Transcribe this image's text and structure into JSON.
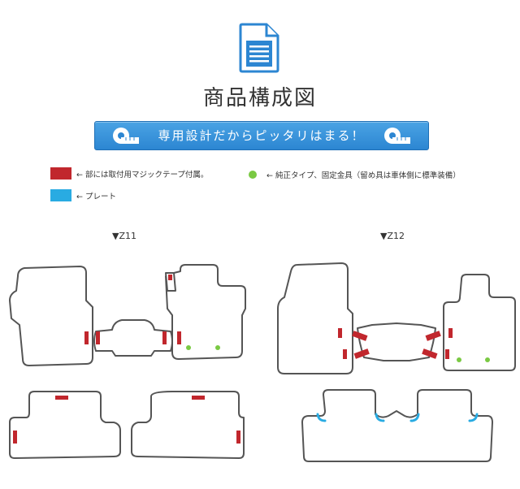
{
  "header": {
    "title": "商品構成図",
    "banner_text": "専用設計だからピッタリはまる！"
  },
  "legend": {
    "red_text": "← 部には取付用マジックテープ付属。",
    "green_text": "← 純正タイプ、固定金具（留め具は車体側に標準装備）",
    "blue_text": "← プレート"
  },
  "models": {
    "left_label": "▼Z11",
    "right_label": "▼Z12"
  },
  "colors": {
    "tape_red": "#c1272d",
    "hook_green": "#7ac943",
    "plate_blue": "#29abe2",
    "banner_blue": "#2c86d2",
    "mat_outline": "#555555"
  },
  "icons": {
    "document": "document-icon",
    "tape": "tape-measure-icon"
  }
}
